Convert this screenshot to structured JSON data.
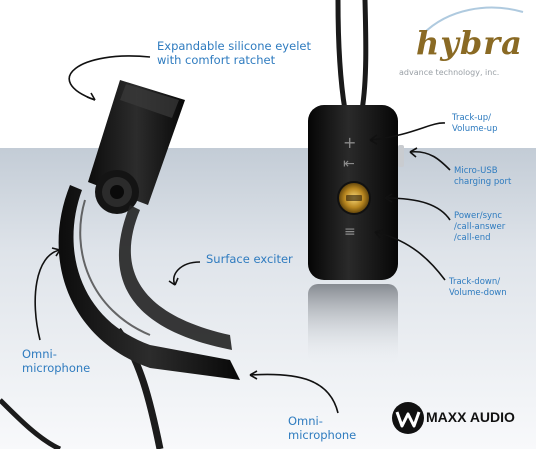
{
  "labels": {
    "eyelet": "Expandable silicone eyelet\nwith  comfort ratchet",
    "exciter": "Surface exciter",
    "omni_left": "Omni-\nmicrophone",
    "omni_bottom": "Omni-\nmicrophone",
    "track_up": "Track-up/\nVolume-up",
    "usb": "Micro-USB\ncharging port",
    "power": "Power/sync\n/call-answer\n/call-end",
    "track_down": "Track-down/\nVolume-down"
  },
  "brand": {
    "hybra_word": "hybra",
    "hybra_tagline": "advance technology, inc.",
    "maxx_text": "MAXX AUDIO"
  },
  "colors": {
    "label_blue": "#2e7bbf",
    "hybra_gold": "#8a6a24",
    "background_band": "#c3ccd6"
  }
}
